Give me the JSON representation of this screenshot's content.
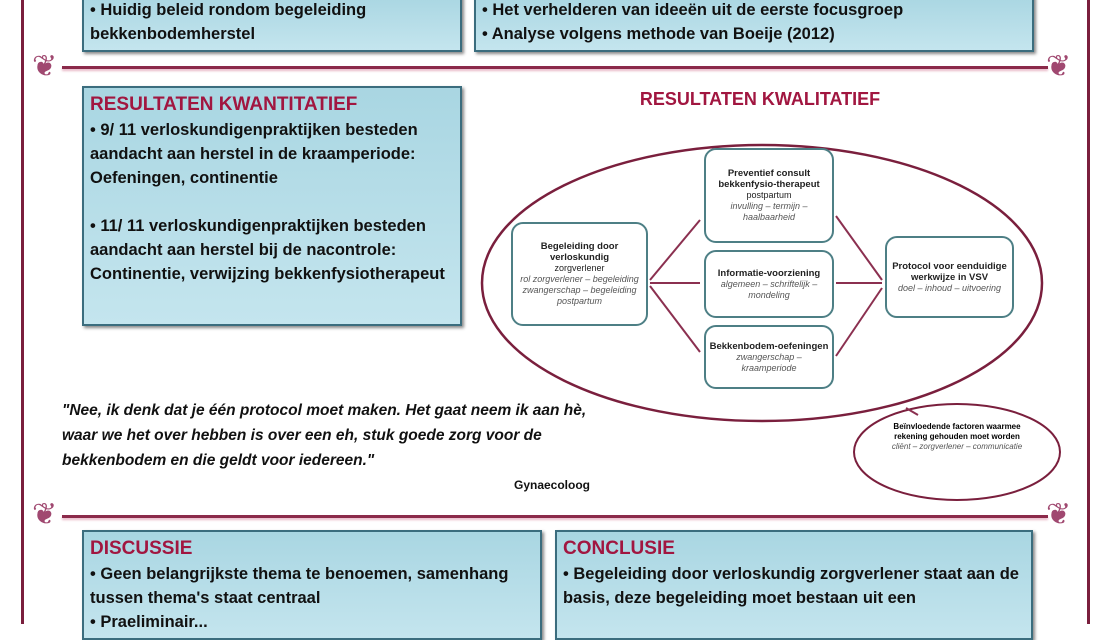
{
  "top_left": {
    "items": [
      "• Huidig beleid rondom begeleiding bekkenbodemherstel"
    ]
  },
  "top_right": {
    "items": [
      "• Het verhelderen van ideeën uit de eerste focusgroep",
      "• Analyse volgens methode van Boeije (2012)"
    ]
  },
  "kwantitatief": {
    "title": "RESULTATEN KWANTITATIEF",
    "items": [
      "• 9/ 11 verloskundigenpraktijken besteden aandacht aan herstel in de kraamperiode: Oefeningen, continentie",
      "• 11/ 11 verloskundigenpraktijken besteden aandacht aan herstel bij de nacontrole: Continentie, verwijzing bekkenfysiotherapeut"
    ]
  },
  "kwalitatief": {
    "title": "RESULTATEN KWALITATIEF",
    "nodes": {
      "begeleiding": {
        "title": "Begeleiding door verloskundig",
        "sub": "zorgverlener",
        "detail": "rol zorgverlener – begeleiding zwangerschap – begeleiding postpartum"
      },
      "consult": {
        "title": "Preventief consult bekkenfysio-therapeut",
        "sub": "postpartum",
        "detail": "invulling – termijn – haalbaarheid"
      },
      "informatie": {
        "title": "Informatie-voorziening",
        "detail": "algemeen – schriftelijk – mondeling"
      },
      "oefeningen": {
        "title": "Bekkenbodem-oefeningen",
        "detail": "zwangerschap – kraamperiode"
      },
      "protocol": {
        "title": "Protocol voor eenduidige werkwijze in VSV",
        "detail": "doel – inhoud – uitvoering"
      },
      "factoren": {
        "title": "Beïnvloedende factoren waarmee rekening gehouden moet worden",
        "detail": "cliënt – zorgverlener – communicatie"
      }
    }
  },
  "quote": {
    "text": "\"Nee, ik denk dat je één protocol moet maken. Het gaat neem ik aan hè, waar we het over hebben is over een eh, stuk goede zorg voor de bekkenbodem en die geldt voor iedereen.\"",
    "author": "Gynaecoloog"
  },
  "discussie": {
    "title": "DISCUSSIE",
    "items": [
      "• Geen belangrijkste thema te benoemen, samenhang tussen thema's staat centraal",
      "• Praeliminair..."
    ]
  },
  "conclusie": {
    "title": "CONCLUSIE",
    "items": [
      "• Begeleiding door verloskundig zorgverlener staat aan de basis, deze begeleiding moet bestaan uit een"
    ]
  },
  "ornament": "❦",
  "colors": {
    "accent": "#a11640",
    "border": "#7a1f3d",
    "box": "#b5dce7"
  }
}
